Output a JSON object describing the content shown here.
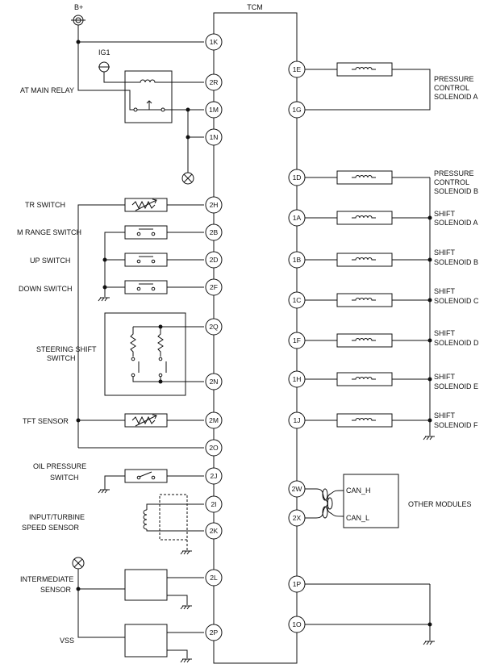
{
  "title": "TCM",
  "left_labels": {
    "b_plus": "B+",
    "ig1": "IG1",
    "at_main_relay": "AT MAIN RELAY",
    "tr_switch": "TR SWITCH",
    "m_range_switch": "M RANGE  SWITCH",
    "up_switch": "UP  SWITCH",
    "down_switch": "DOWN  SWITCH",
    "steering_shift_1": "STEERING SHIFT",
    "steering_shift_2": "SWITCH",
    "tft_sensor": "TFT SENSOR",
    "oil_pressure_1": "OIL PRESSURE",
    "oil_pressure_2": "SWITCH",
    "input_turbine_1": "INPUT/TURBINE",
    "input_turbine_2": "SPEED SENSOR",
    "intermediate_1": "INTERMEDIATE",
    "intermediate_2": "SENSOR",
    "vss": "VSS"
  },
  "right_labels": {
    "pcs_a_1": "PRESSURE",
    "pcs_a_2": "CONTROL",
    "pcs_a_3": "SOLENOID A",
    "pcs_b_1": "PRESSURE",
    "pcs_b_2": "CONTROL",
    "pcs_b_3": "SOLENOID B",
    "shift_a_1": "SHIFT",
    "shift_a_2": "SOLENOID A",
    "shift_b_1": "SHIFT",
    "shift_b_2": "SOLENOID B",
    "shift_c_1": "SHIFT",
    "shift_c_2": "SOLENOID C",
    "shift_d_1": "SHIFT",
    "shift_d_2": "SOLENOID D",
    "shift_e_1": "SHIFT",
    "shift_e_2": "SOLENOID E",
    "shift_f_1": "SHIFT",
    "shift_f_2": "SOLENOID F",
    "can_h": "CAN_H",
    "can_l": "CAN_L",
    "other_modules": "OTHER MODULES"
  },
  "pins": {
    "p1K": "1K",
    "p2R": "2R",
    "p1M": "1M",
    "p1N": "1N",
    "p2H": "2H",
    "p2B": "2B",
    "p2D": "2D",
    "p2F": "2F",
    "p2Q": "2Q",
    "p2N": "2N",
    "p2M": "2M",
    "p2O": "2O",
    "p2J": "2J",
    "p2I": "2I",
    "p2K": "2K",
    "p2L": "2L",
    "p2P": "2P",
    "p1E": "1E",
    "p1G": "1G",
    "p1D": "1D",
    "p1A": "1A",
    "p1B": "1B",
    "p1C": "1C",
    "p1F": "1F",
    "p1H": "1H",
    "p1J": "1J",
    "p2W": "2W",
    "p2X": "2X",
    "p1P": "1P",
    "p1O": "1O"
  },
  "colors": {
    "line": "#111111",
    "background": "#ffffff"
  }
}
